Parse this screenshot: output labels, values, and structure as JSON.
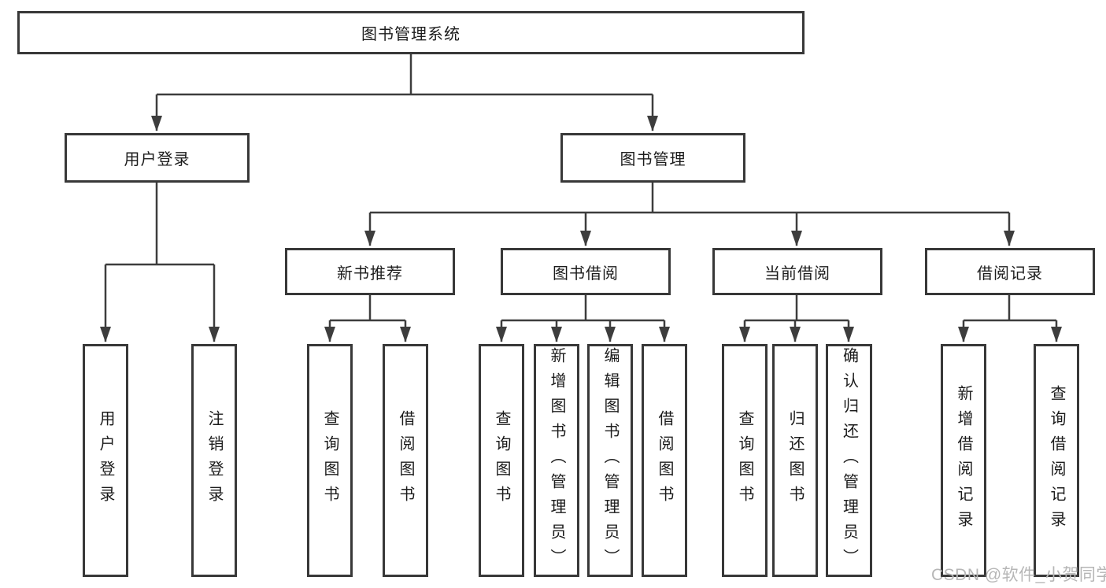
{
  "tree": {
    "root": {
      "label": "图书管理系统"
    },
    "level2": [
      {
        "label": "用户登录"
      },
      {
        "label": "图书管理"
      }
    ],
    "level3": [
      {
        "label": "新书推荐"
      },
      {
        "label": "图书借阅"
      },
      {
        "label": "当前借阅"
      },
      {
        "label": "借阅记录"
      }
    ],
    "level4": {
      "user_login": [
        {
          "label": "用户登录"
        },
        {
          "label": "注销登录"
        }
      ],
      "new_book_recommend": [
        {
          "label": "查询图书"
        },
        {
          "label": "借阅图书"
        }
      ],
      "book_borrow": [
        {
          "label": "查询图书"
        },
        {
          "label": "新增图书（管理员）"
        },
        {
          "label": "编辑图书（管理员）"
        },
        {
          "label": "借阅图书"
        }
      ],
      "current_borrow": [
        {
          "label": "查询图书"
        },
        {
          "label": "归还图书"
        },
        {
          "label": "确认归还（管理员）"
        }
      ],
      "borrow_records": [
        {
          "label": "新增借阅记录"
        },
        {
          "label": "查询借阅记录"
        }
      ]
    }
  },
  "watermark": {
    "text": "CSDN @软件_小贺同学"
  },
  "colors": {
    "line": "#3d3d3d",
    "box_border": "#383838",
    "text": "#1c1c1c",
    "watermark": "#b6b6b6",
    "background": "#ffffff"
  }
}
